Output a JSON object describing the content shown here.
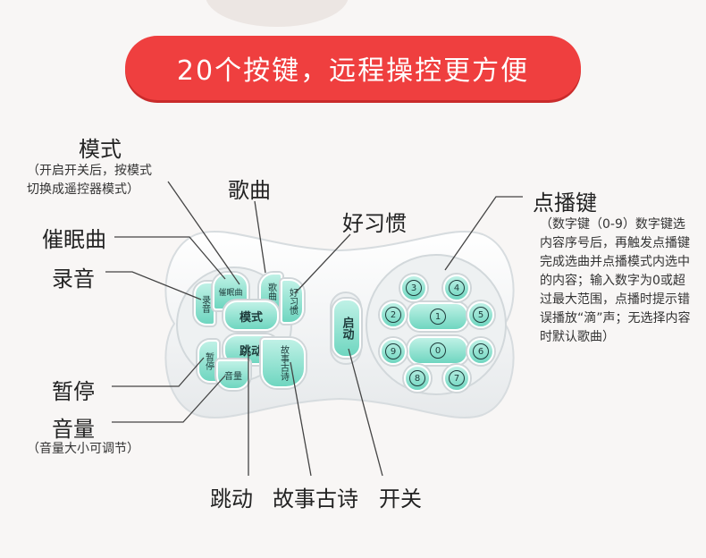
{
  "banner": {
    "text": "20个按键，远程操控更方便"
  },
  "labels": {
    "mode": "模式",
    "mode_note_1": "（开启开关后，按模式",
    "mode_note_2": "切换成遥控器模式）",
    "song": "歌曲",
    "habit": "好习惯",
    "sleep": "催眠曲",
    "record": "录音",
    "pause": "暂停",
    "volume": "音量",
    "volume_note": "（音量大小可调节）",
    "jump": "跳动",
    "story": "故事古诗",
    "power": "开关",
    "play": "点播键",
    "play_note": "（数字键（0-9）数字键选内容序号后，再触发点播键完成选曲并点播模式内选中的内容；输入数字为0或超过最大范围，点播时提示错误播放“滴”声；无选择内容时默认歌曲）"
  },
  "remote": {
    "btn_record": "录音",
    "btn_sleep": "催眠曲",
    "btn_song": "歌曲",
    "btn_habit": "好习惯",
    "btn_mode": "模式",
    "btn_jump": "跳动",
    "btn_pause": "暂停",
    "btn_volume": "音量",
    "btn_story": "故事古诗",
    "btn_start": "启动",
    "numbers": [
      "1",
      "2",
      "3",
      "4",
      "5",
      "6",
      "7",
      "8",
      "9",
      "0"
    ]
  }
}
